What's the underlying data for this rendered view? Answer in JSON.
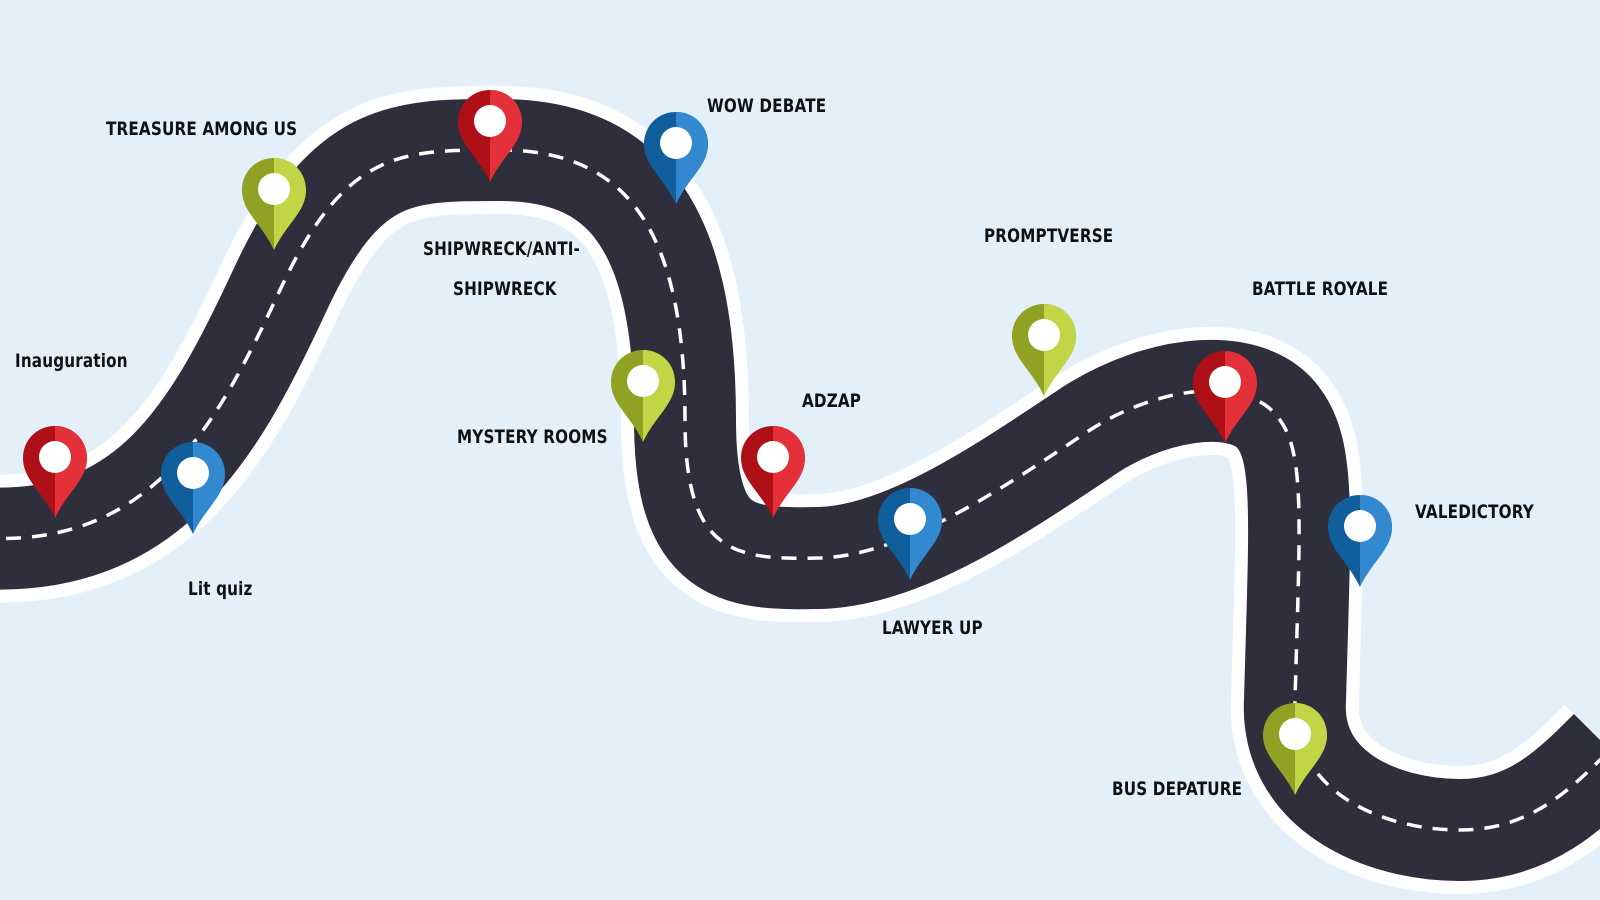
{
  "colors": {
    "background": "#e3f0fa",
    "road": "#2f2e3c",
    "road_edge": "#ffffff",
    "dash": "#ffffff",
    "red": "#e0141d",
    "blue": "#1679c8",
    "green": "#b9cf2d"
  },
  "pin_icon": "map-marker-icon",
  "stops": [
    {
      "id": "inauguration",
      "label": "Inauguration",
      "color": "red"
    },
    {
      "id": "lit-quiz",
      "label": "Lit quiz",
      "color": "blue"
    },
    {
      "id": "treasure-among-us",
      "label": "TREASURE AMONG US",
      "color": "green"
    },
    {
      "id": "shipwreck",
      "label": "SHIPWRECK/ANTI-",
      "label2": "SHIPWRECK",
      "color": "red"
    },
    {
      "id": "wow-debate",
      "label": "WOW DEBATE",
      "color": "blue"
    },
    {
      "id": "mystery-rooms",
      "label": "MYSTERY ROOMS",
      "color": "green"
    },
    {
      "id": "adzap",
      "label": "ADZAP",
      "color": "red"
    },
    {
      "id": "lawyer-up",
      "label": "LAWYER UP",
      "color": "blue"
    },
    {
      "id": "promptverse",
      "label": "PROMPTVERSE",
      "color": "green"
    },
    {
      "id": "battle-royale",
      "label": "BATTLE ROYALE",
      "color": "red"
    },
    {
      "id": "valedictory",
      "label": "VALEDICTORY",
      "color": "blue"
    },
    {
      "id": "bus-depature",
      "label": "BUS DEPATURE",
      "color": "green"
    }
  ]
}
